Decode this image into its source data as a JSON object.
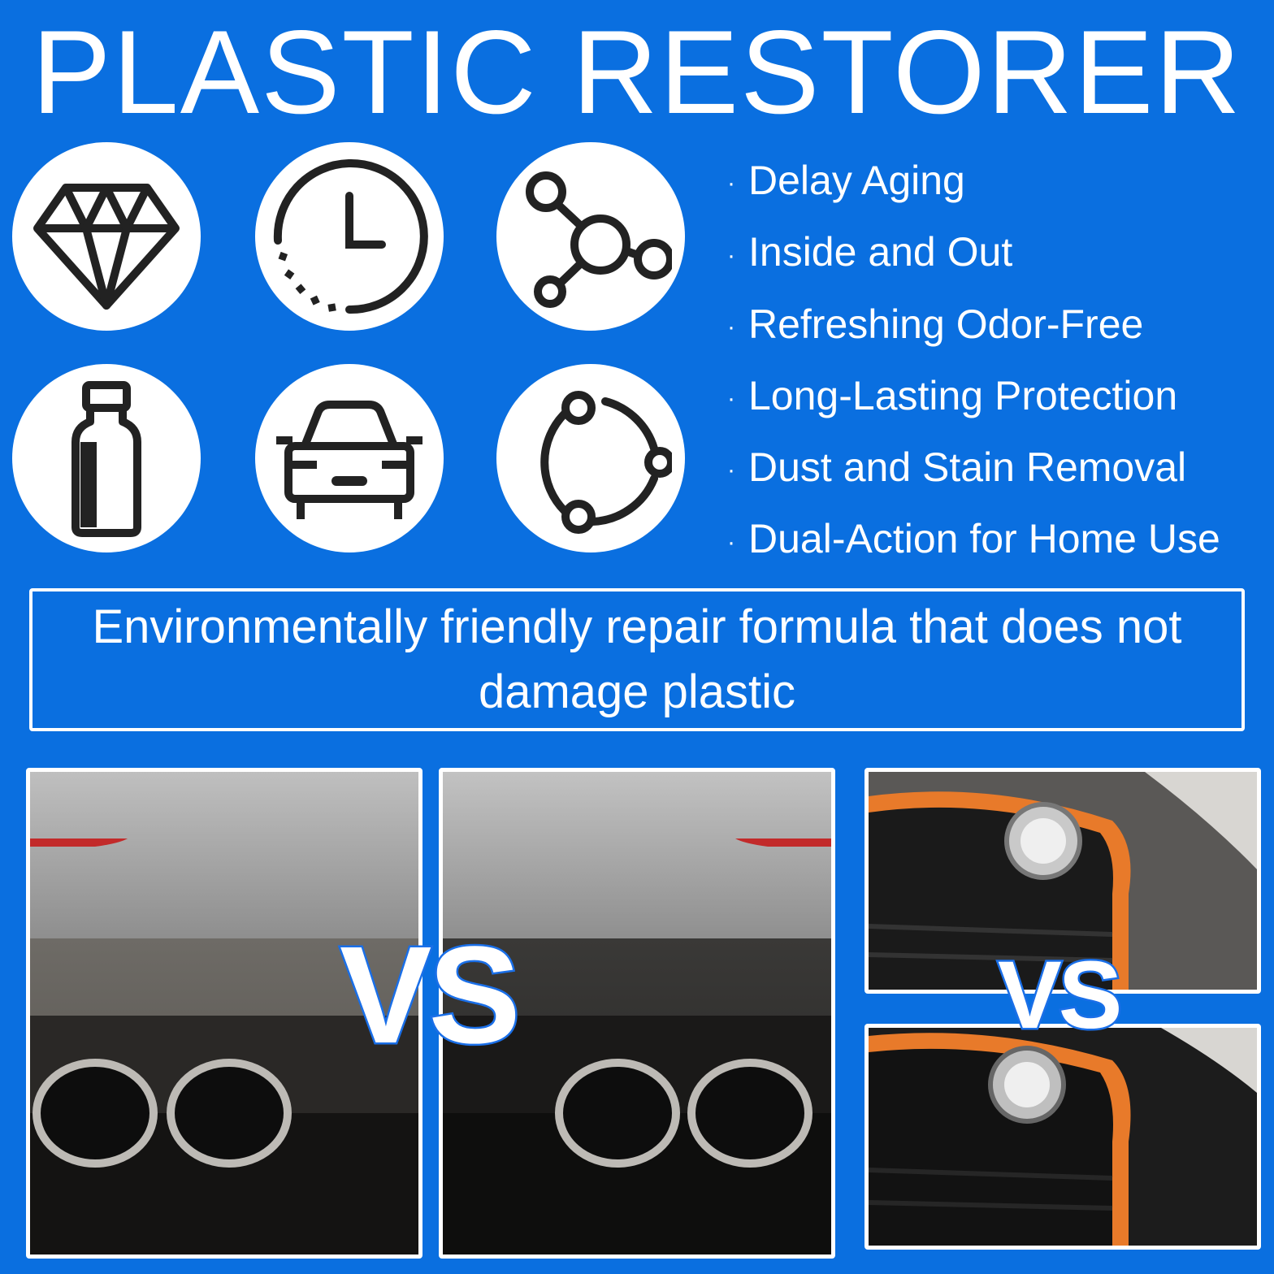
{
  "title": "PLASTIC RESTORER",
  "icons": [
    "diamond-icon",
    "clock-icon",
    "molecule-icon",
    "bottle-icon",
    "car-icon",
    "cycle-icon"
  ],
  "features": [
    "Delay Aging",
    "Inside and Out",
    "Refreshing Odor-Free",
    "Long-Lasting Protection",
    "Dust and Stain Removal",
    "Dual-Action for Home Use"
  ],
  "feature_bullet": "·",
  "banner_text": "Environmentally friendly repair formula that does not damage plastic",
  "comparison_label_1": "VS",
  "comparison_label_2": "VS",
  "colors": {
    "background": "#0a6fe0",
    "text": "#ffffff",
    "icon_stroke": "#222222",
    "trim_orange": "#e87a2a"
  }
}
